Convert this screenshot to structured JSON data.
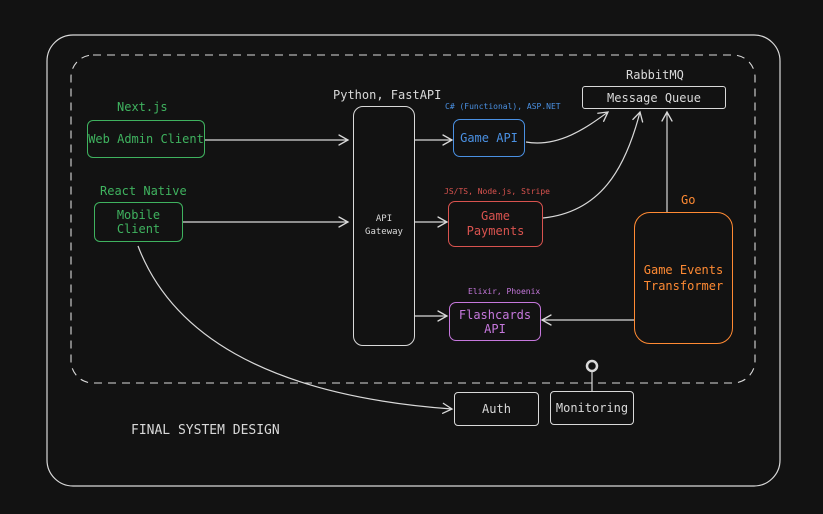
{
  "colors": {
    "background": "#121212",
    "neutral": "#d9d9d9",
    "nextjs": "#3fb25f",
    "react_native": "#3fb25f",
    "csharp": "#4a90e2",
    "payments": "#d9534f",
    "elixir": "#c678dd",
    "go": "#ff8a33"
  },
  "title": "FINAL SYSTEM DESIGN",
  "clients": {
    "web": {
      "tech": "Next.js",
      "label": "Web Admin Client"
    },
    "mobile": {
      "tech": "React Native",
      "label": "Mobile Client"
    }
  },
  "gateway": {
    "tech": "Python, FastAPI",
    "label_line1": "API",
    "label_line2": "Gateway"
  },
  "services": {
    "game_api": {
      "tech": "C# (Functional), ASP.NET",
      "label": "Game API"
    },
    "payments": {
      "tech": "JS/TS, Node.js, Stripe",
      "label_line1": "Game",
      "label_line2": "Payments"
    },
    "flashcards": {
      "tech": "Elixir, Phoenix",
      "label_line1": "Flashcards",
      "label_line2": "API"
    }
  },
  "queue": {
    "tech": "RabbitMQ",
    "label": "Message Queue"
  },
  "transformer": {
    "tech": "Go",
    "label_line1": "Game Events",
    "label_line2": "Transformer"
  },
  "auth": {
    "label": "Auth"
  },
  "monitoring": {
    "label": "Monitoring"
  }
}
